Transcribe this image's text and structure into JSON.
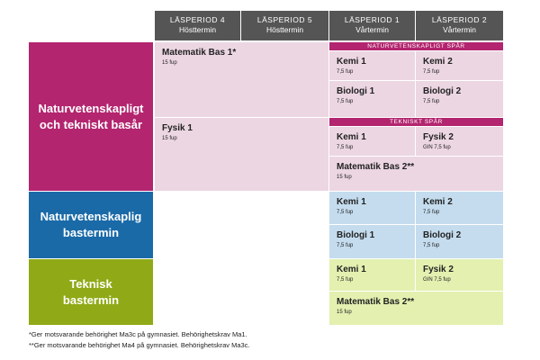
{
  "headers": [
    {
      "period": "LÄSPERIOD 4",
      "term": "Hösttermin"
    },
    {
      "period": "LÄSPERIOD 5",
      "term": "Hösttermin"
    },
    {
      "period": "LÄSPERIOD 1",
      "term": "Vårtermin"
    },
    {
      "period": "LÄSPERIOD 2",
      "term": "Vårtermin"
    }
  ],
  "rows": [
    {
      "label": "Naturvetenskapligt och tekniskt basår",
      "color": "#b3256f"
    },
    {
      "label": "Naturvetenskaplig bastermin",
      "color": "#1a6aa8"
    },
    {
      "label": "Teknisk bastermin",
      "color": "#8faa16"
    }
  ],
  "bands": {
    "natur": "NATURVETENSKAPLIGT SPÅR",
    "tekn": "TEKNISKT SPÅR"
  },
  "courses": {
    "matbas1": {
      "name": "Matematik Bas 1*",
      "credits": "15 fup"
    },
    "fysik1": {
      "name": "Fysik 1",
      "credits": "15 fup"
    },
    "a_kemi1": {
      "name": "Kemi 1",
      "credits": "7,5 fup"
    },
    "a_kemi2": {
      "name": "Kemi 2",
      "credits": "7,5 fup"
    },
    "a_bio1": {
      "name": "Biologi 1",
      "credits": "7,5 fup"
    },
    "a_bio2": {
      "name": "Biologi 2",
      "credits": "7,5 fup"
    },
    "a_kemi1t": {
      "name": "Kemi 1",
      "credits": "7,5 fup"
    },
    "a_fys2": {
      "name": "Fysik 2",
      "credits": "GIN 7,5 fup"
    },
    "a_matbas2": {
      "name": "Matematik Bas 2**",
      "credits": "15 fup"
    },
    "b_kemi1": {
      "name": "Kemi 1",
      "credits": "7,5 fup"
    },
    "b_kemi2": {
      "name": "Kemi 2",
      "credits": "7,5 fup"
    },
    "b_bio1": {
      "name": "Biologi 1",
      "credits": "7,5 fup"
    },
    "b_bio2": {
      "name": "Biologi 2",
      "credits": "7,5 fup"
    },
    "c_kemi1": {
      "name": "Kemi 1",
      "credits": "7,5 fup"
    },
    "c_fys2": {
      "name": "Fysik 2",
      "credits": "GIN 7,5 fup"
    },
    "c_matbas2": {
      "name": "Matematik Bas 2**",
      "credits": "15 fup"
    }
  },
  "footnotes": [
    "*Ger motsvarande behörighet Ma3c på gymnasiet. Behörighetskrav Ma1.",
    "**Ger motsvarande behörighet Ma4 på gymnasiet. Behörighetskrav Ma3c."
  ]
}
